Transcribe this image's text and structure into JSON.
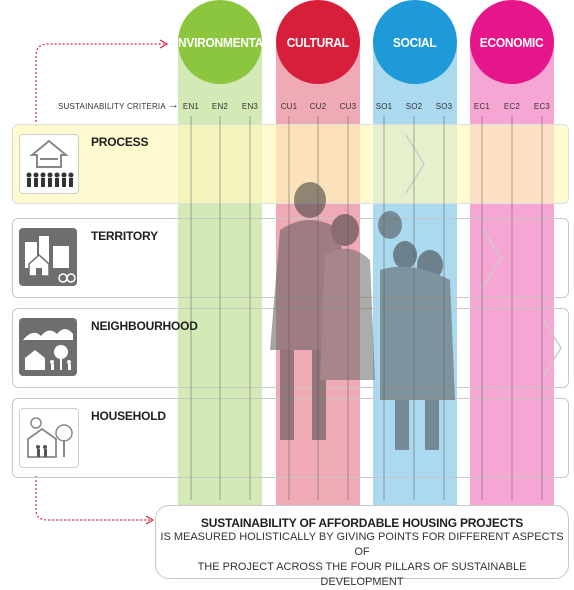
{
  "sustainability_criteria_label": "SUSTAINABILITY CRITERIA",
  "pillars": [
    {
      "label": "ENVIRONMENTAL",
      "color": "#8cc63f",
      "criteria": [
        "EN1",
        "EN2",
        "EN3"
      ]
    },
    {
      "label": "CULTURAL",
      "color": "#d71f3c",
      "criteria": [
        "CU1",
        "CU2",
        "CU3"
      ]
    },
    {
      "label": "SOCIAL",
      "color": "#1f9ad8",
      "criteria": [
        "SO1",
        "SO2",
        "SO3"
      ]
    },
    {
      "label": "ECONOMIC",
      "color": "#e6168a",
      "criteria": [
        "EC1",
        "EC2",
        "EC3"
      ]
    }
  ],
  "levels": [
    {
      "label": "PROCESS",
      "icon": "community-meeting-icon"
    },
    {
      "label": "TERRITORY",
      "icon": "city-territory-icon"
    },
    {
      "label": "NEIGHBOURHOOD",
      "icon": "neighbourhood-icon"
    },
    {
      "label": "HOUSEHOLD",
      "icon": "household-icon"
    }
  ],
  "summary": {
    "title": "SUSTAINABILITY OF AFFORDABLE HOUSING PROJECTS",
    "line1": "IS MEASURED HOLISTICALLY BY GIVING POINTS FOR DIFFERENT ASPECTS OF",
    "line2": "THE PROJECT ACROSS THE FOUR PILLARS OF SUSTAINABLE DEVELOPMENT"
  }
}
